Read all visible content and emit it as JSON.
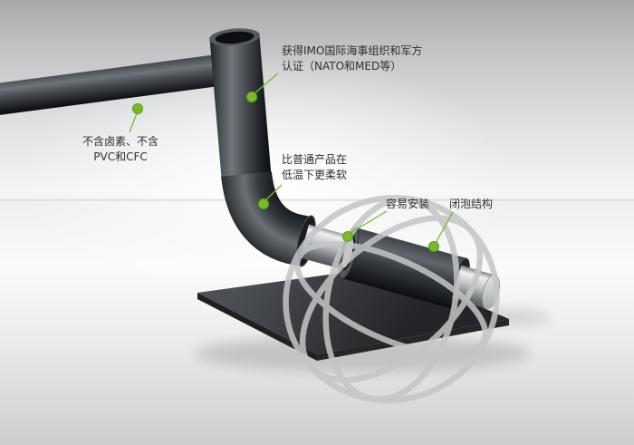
{
  "annotations": {
    "certification": {
      "line1": "获得IMO国际海事组织和军方",
      "line2": "认证（NATO和MED等）"
    },
    "halogen_free": {
      "line1": "不含卤素、不含",
      "line2": "PVC和CFC"
    },
    "low_temp_flexible": {
      "line1": "比普通产品在",
      "line2": "低温下更柔软"
    },
    "easy_install": {
      "label": "容易安装"
    },
    "closed_cell": {
      "label": "闭泡结构"
    }
  },
  "colors": {
    "accent_green": "#7cb82e",
    "label_text": "#2f2f2f",
    "pipe_insulation_dark": "#3a3e42",
    "pipe_metal": "#c9cccd",
    "mat_dark": "#35383b",
    "watermark_gray": "#c3c5c6",
    "background_wall": "#a6a8aa",
    "background_floor": "#f4f5f5"
  }
}
